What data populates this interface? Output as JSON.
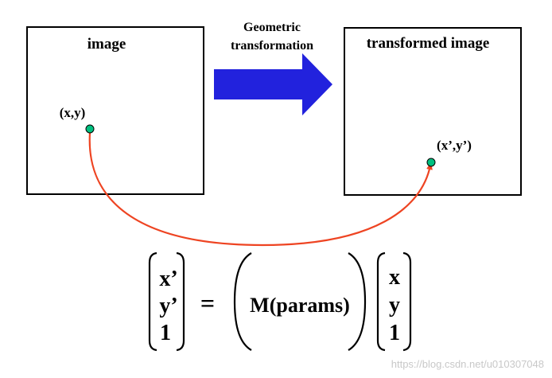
{
  "diagram": {
    "source_box": {
      "title": "image",
      "point_label": "(x,y)"
    },
    "target_box": {
      "title": "transformed image",
      "point_label": "(x’,y’)"
    },
    "arrow": {
      "label_line1": "Geometric",
      "label_line2": "transformation"
    },
    "equation": {
      "lhs": [
        "x’",
        "y’",
        "1"
      ],
      "equals": "=",
      "matrix": "M(params)",
      "rhs": [
        "x",
        "y",
        "1"
      ]
    },
    "watermark": "https://blog.csdn.net/u010307048"
  },
  "colors": {
    "arrow_fill": "#2222dd",
    "point_fill": "#00c080",
    "curve": "#ee4422",
    "frame": "#000000"
  }
}
